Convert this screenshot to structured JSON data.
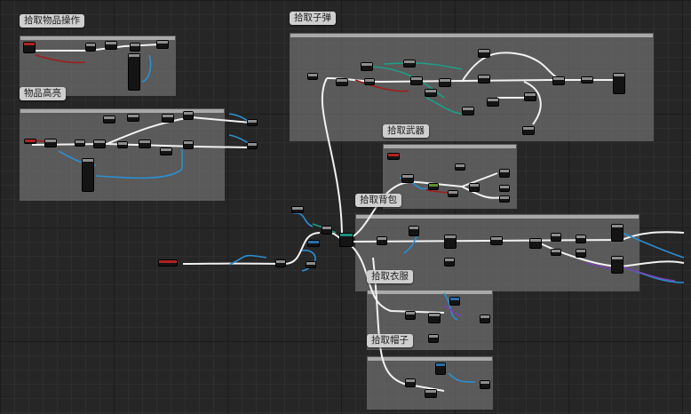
{
  "comments": {
    "pickup_item_op": "拾取物品操作",
    "item_highlight": "物品高亮",
    "pickup_ammo": "拾取子弹",
    "pickup_weapon": "拾取武器",
    "pickup_backpack": "拾取背包",
    "pickup_clothes": "拾取衣服",
    "pickup_hat": "拾取帽子"
  },
  "colors": {
    "background": "#262626",
    "comment_fill": "#7a7a7a",
    "exec_wire": "#ffffff",
    "object_wire": "#2b8fd0",
    "struct_wire": "#1c9f86",
    "bool_wire": "#a01d1d",
    "class_wire": "#7a3fb0",
    "event_header": "#b02323"
  }
}
